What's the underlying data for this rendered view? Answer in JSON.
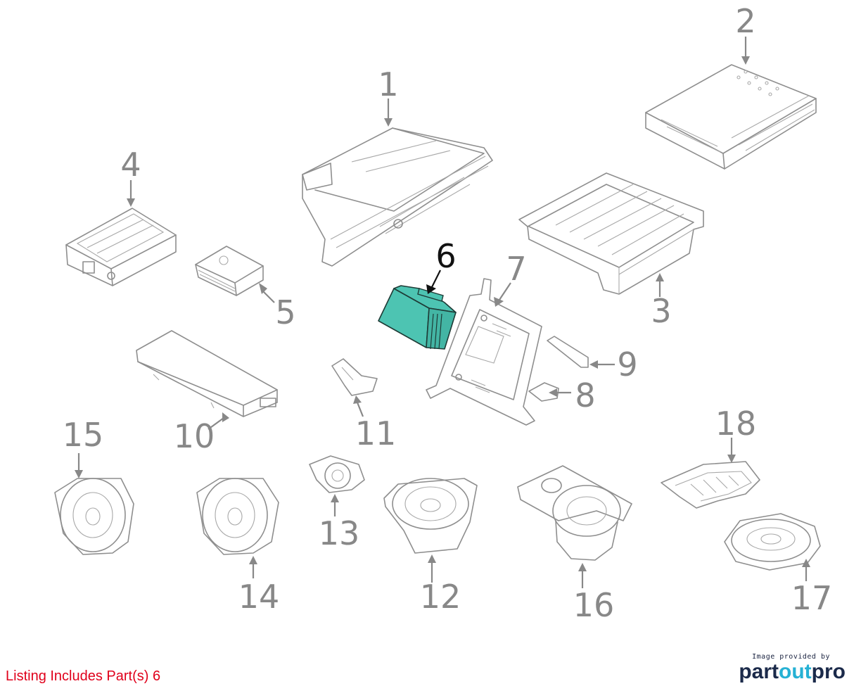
{
  "callouts": [
    {
      "id": "1",
      "label": "1"
    },
    {
      "id": "2",
      "label": "2"
    },
    {
      "id": "3",
      "label": "3"
    },
    {
      "id": "4",
      "label": "4"
    },
    {
      "id": "5",
      "label": "5"
    },
    {
      "id": "6",
      "label": "6"
    },
    {
      "id": "7",
      "label": "7"
    },
    {
      "id": "8",
      "label": "8"
    },
    {
      "id": "9",
      "label": "9"
    },
    {
      "id": "10",
      "label": "10"
    },
    {
      "id": "11",
      "label": "11"
    },
    {
      "id": "12",
      "label": "12"
    },
    {
      "id": "13",
      "label": "13"
    },
    {
      "id": "14",
      "label": "14"
    },
    {
      "id": "15",
      "label": "15"
    },
    {
      "id": "16",
      "label": "16"
    },
    {
      "id": "17",
      "label": "17"
    },
    {
      "id": "18",
      "label": "18"
    }
  ],
  "highlighted_part": "6",
  "colors": {
    "highlight_fill": "#4dc4b2",
    "highlight_stroke": "#1e3b36",
    "callout": "#888888",
    "callout_highlight": "#111111",
    "note": "#e0001b",
    "brand_dark": "#1b2a4a",
    "brand_accent": "#26b1d4"
  },
  "footer": {
    "note": "Listing Includes Part(s) 6",
    "credit_small": "Image provided by",
    "credit_brand_1": "part",
    "credit_brand_2": "out",
    "credit_brand_3": "pro"
  }
}
